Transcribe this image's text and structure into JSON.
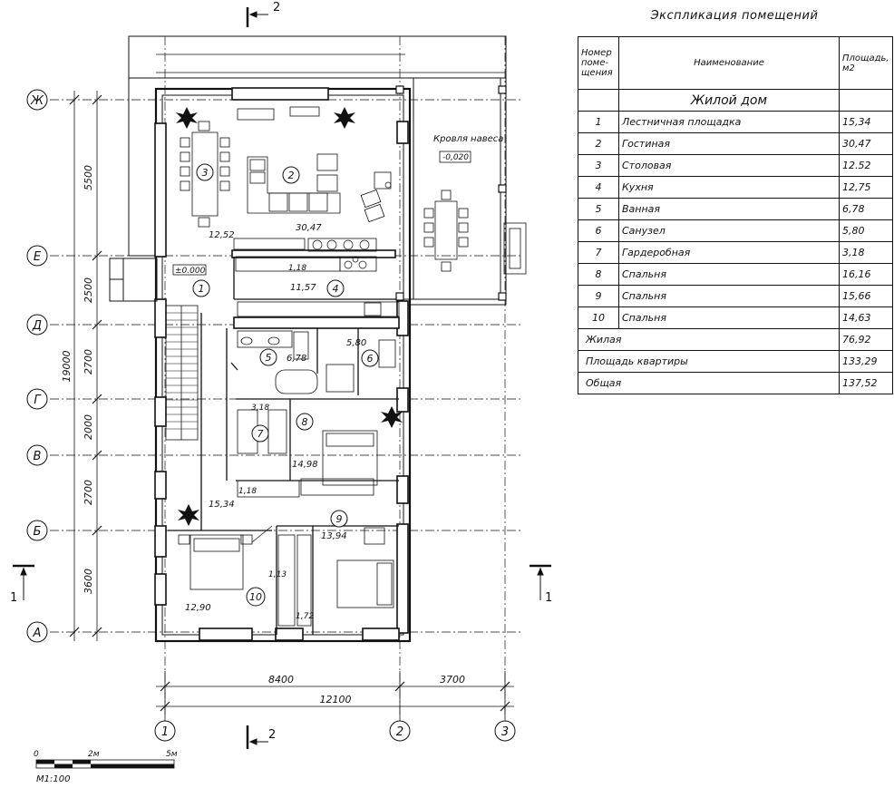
{
  "axes": {
    "rows": [
      "Ж",
      "Е",
      "Д",
      "Г",
      "В",
      "Б",
      "А"
    ],
    "cols": [
      "1",
      "2",
      "3"
    ]
  },
  "dims": {
    "vertical": [
      "5500",
      "2500",
      "2700",
      "2000",
      "2700",
      "3600"
    ],
    "vertical_total": "19000",
    "horizontal": [
      "8400",
      "3700"
    ],
    "horizontal_total": "12100"
  },
  "section_marks": {
    "top": "2",
    "bottom": "2",
    "left": "1",
    "right": "1"
  },
  "rooms": [
    {
      "num": "1",
      "area_label": "15,34"
    },
    {
      "num": "2",
      "area_label": "30,47"
    },
    {
      "num": "3",
      "area_label": "12,52"
    },
    {
      "num": "4",
      "area_label": "11,57"
    },
    {
      "num": "5",
      "area_label": "6,78"
    },
    {
      "num": "6",
      "area_label": "5,80"
    },
    {
      "num": "7",
      "area_label": "3,18"
    },
    {
      "num": "8",
      "area_label": "14,98"
    },
    {
      "num": "9",
      "area_label": "13,94"
    },
    {
      "num": "10",
      "area_label": "12,90"
    }
  ],
  "misc_labels": {
    "level": "±0.000",
    "canopy_title": "Кровля навеса",
    "canopy_level": "-0,020",
    "closet_a": "1,18",
    "closet_b": "1,18",
    "closet_c": "1,13",
    "closet_d": "1,72"
  },
  "scale_bar": {
    "t0": "0",
    "t1": "2м",
    "t2": "5м",
    "scale": "М1:100"
  },
  "explication": {
    "title": "Экспликация помещений",
    "headers": [
      "Номер поме-щения",
      "Наименование",
      "Площадь, м2"
    ],
    "section": "Жилой дом",
    "rows": [
      {
        "num": "1",
        "name": "Лестничная площадка",
        "area": "15,34"
      },
      {
        "num": "2",
        "name": "Гостиная",
        "area": "30,47"
      },
      {
        "num": "3",
        "name": "Столовая",
        "area": "12.52"
      },
      {
        "num": "4",
        "name": "Кухня",
        "area": "12,75"
      },
      {
        "num": "5",
        "name": "Ванная",
        "area": "6,78"
      },
      {
        "num": "6",
        "name": "Санузел",
        "area": "5,80"
      },
      {
        "num": "7",
        "name": "Гардеробная",
        "area": "3,18"
      },
      {
        "num": "8",
        "name": "Спальня",
        "area": "16,16"
      },
      {
        "num": "9",
        "name": "Спальня",
        "area": "15,66"
      },
      {
        "num": "10",
        "name": "Спальня",
        "area": "14,63"
      }
    ],
    "totals": [
      {
        "name": "Жилая",
        "area": "76,92"
      },
      {
        "name": "Площадь квартиры",
        "area": "133,29"
      },
      {
        "name": "Общая",
        "area": "137,52"
      }
    ]
  }
}
